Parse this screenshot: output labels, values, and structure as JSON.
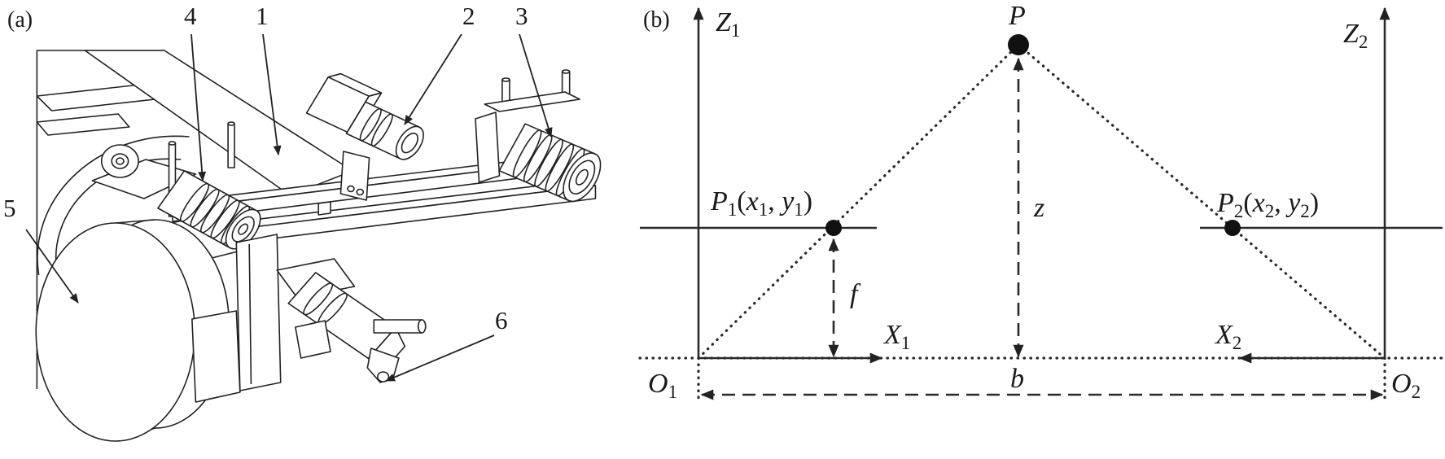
{
  "panel_a": {
    "label": "(a)",
    "callouts": {
      "part_1": "1",
      "part_2": "2",
      "part_3": "3",
      "part_4": "4",
      "part_5": "5",
      "part_6": "6"
    }
  },
  "panel_b": {
    "label": "(b)",
    "z1": {
      "main": "Z",
      "sub": "1"
    },
    "z2": {
      "main": "Z",
      "sub": "2"
    },
    "point_p": "P",
    "p1": {
      "name": "P",
      "name_sub": "1",
      "open": "(",
      "x": "x",
      "x_sub": "1",
      "sep": ", ",
      "y": "y",
      "y_sub": "1",
      "close": ")"
    },
    "p2": {
      "name": "P",
      "name_sub": "2",
      "open": "(",
      "x": "x",
      "x_sub": "2",
      "sep": ", ",
      "y": "y",
      "y_sub": "2",
      "close": ")"
    },
    "depth": "z",
    "focal": "f",
    "x1": {
      "main": "X",
      "sub": "1"
    },
    "x2": {
      "main": "X",
      "sub": "2"
    },
    "o1": {
      "main": "O",
      "sub": "1"
    },
    "o2": {
      "main": "O",
      "sub": "2"
    },
    "baseline": "b"
  }
}
